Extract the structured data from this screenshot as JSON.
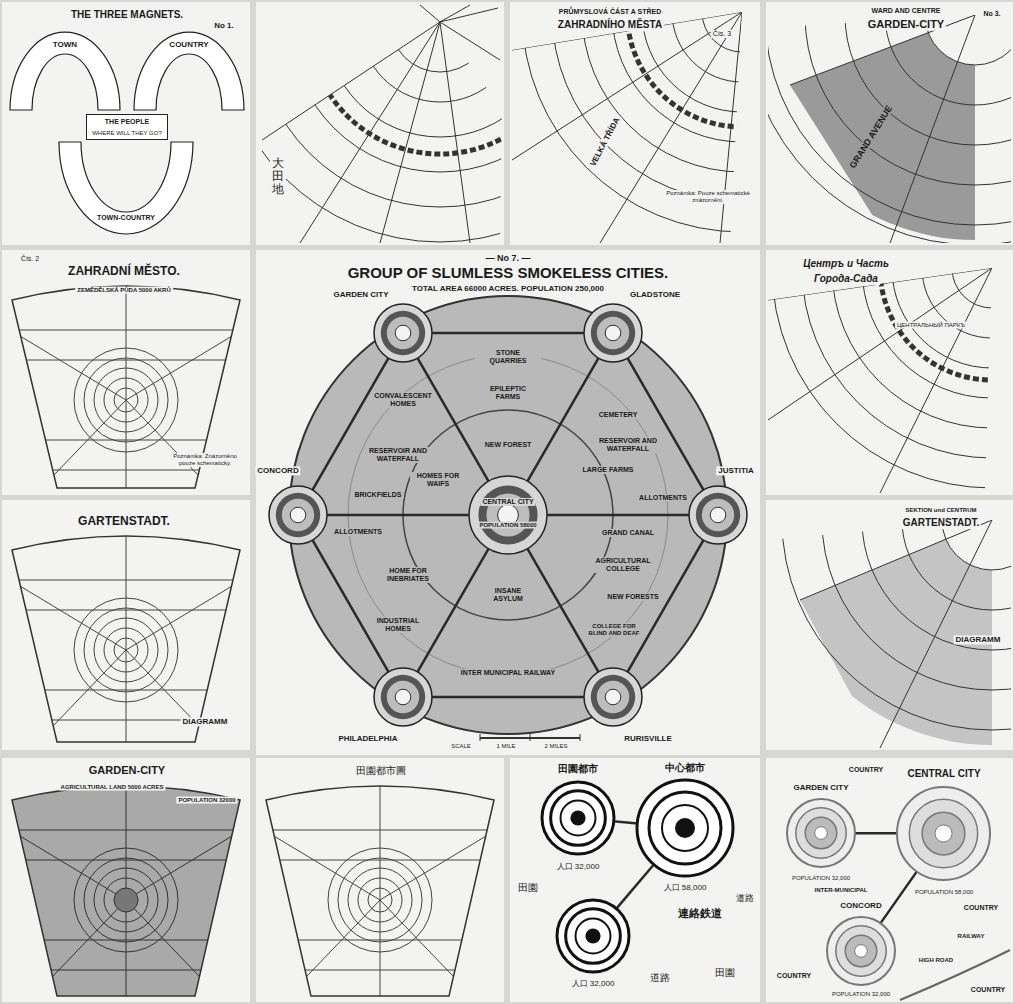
{
  "diagram": {
    "nodes": [
      {
        "text": [
          "THE THREE MAGNETS.",
          "No 1."
        ]
      },
      {
        "text": [
          "TOWN"
        ],
        "in": 0
      },
      {
        "text": [
          "COUNTRY"
        ],
        "in": 0
      },
      {
        "text": [
          "TOWN-COUNTRY"
        ],
        "in": 0
      },
      {
        "text": [
          "THE PEOPLE",
          "WHERE WILL THEY GO?"
        ],
        "in": 0
      },
      {
        "text": [
          "大田地"
        ]
      },
      {
        "text": [
          "PRŮMYSLOVÁ ČÁST A STŘED",
          "ZAHRADNÍHO MĚSTA",
          "Čís. 3",
          "VELKÁ TŘÍDA",
          "Poznámka: Pouze schematické znázornění."
        ]
      },
      {
        "text": [
          "WARD AND CENTRE",
          "GARDEN-CITY",
          "No 3.",
          "GRAND AVENUE"
        ]
      },
      {
        "text": [
          "ZAHRADNÍ MĚSTO.",
          "Čís. 2",
          "ZEMĚDĚLSKÁ PŮDA 5000 AKRŮ",
          "Poznámka: Znázorněno pouze schematicky."
        ]
      },
      {
        "text": [
          "— No 7. —",
          "GROUP OF SLUMLESS SMOKELESS CITIES.",
          "TOTAL AREA 66000 ACRES. POPULATION 250,000",
          "SCALE",
          "1 MILE",
          "2 MILES"
        ]
      },
      {
        "text": [
          "STONE QUARRIES",
          "EPILEPTIC FARMS",
          "NEW FOREST",
          "CONVALESCENT HOMES",
          "RESERVOIR AND WATERFALL",
          "BRICKFIELDS",
          "HOMES FOR WAIFS",
          "CEMETERY",
          "LARGE FARMS",
          "ALLOTMENTS",
          "GRAND CANAL",
          "ALLOTMENTS",
          "HOME FOR INEBRIATES",
          "INDUSTRIAL HOMES",
          "INSANE ASYLUM",
          "INTER MUNICIPAL RAILWAY",
          "AGRICULTURAL COLLEGE",
          "NEW FORESTS",
          "COLLEGE FOR BLIND AND DEAF",
          "RESERVOIR AND WATERFALL"
        ],
        "in": 9
      },
      {
        "text": [
          "CENTRAL CITY",
          "POPULATION 58000"
        ],
        "in": 10
      },
      {
        "text": [
          "GARDEN CITY"
        ],
        "in": 10
      },
      {
        "text": [
          "GLADSTONE"
        ],
        "in": 10
      },
      {
        "text": [
          "CONCORD"
        ],
        "in": 10
      },
      {
        "text": [
          "JUSTITIA"
        ],
        "in": 10
      },
      {
        "text": [
          "PHILADELPHIA"
        ],
        "in": 10
      },
      {
        "text": [
          "RURISVILLE"
        ],
        "in": 10
      },
      {
        "text": [
          "Центръ и Часть",
          "Города-Сада",
          "ЦЕНТРАЛЬНЫЙ ПАРКЪ"
        ]
      },
      {
        "text": [
          "GARTENSTADT.",
          "DIAGRAMM"
        ]
      },
      {
        "text": [
          "SEKTION und CENTRUM",
          "GARTENSTADT.",
          "DIAGRAMM"
        ]
      },
      {
        "text": [
          "GARDEN-CITY",
          "AGRICULTURAL LAND 5000 ACRES",
          "POPULATION 32000"
        ]
      },
      {
        "text": [
          "田園都市圖"
        ]
      },
      {
        "text": [
          "連絡鉄道",
          "田園",
          "田園",
          "道路",
          "道路"
        ]
      },
      {
        "text": [
          "田園都市",
          "人口 32,000"
        ],
        "in": 23
      },
      {
        "text": [
          "中心都市",
          "人口 58,000"
        ],
        "in": 23
      },
      {
        "text": [
          "人口 32,000"
        ],
        "in": 23
      },
      {
        "text": [
          "COUNTRY",
          "COUNTRY",
          "COUNTRY",
          "COUNTRY",
          "INTER-MUNICIPAL",
          "RAILWAY",
          "HIGH ROAD"
        ]
      },
      {
        "text": [
          "GARDEN CITY",
          "POPULATION 32,000"
        ],
        "in": 27
      },
      {
        "text": [
          "CENTRAL CITY",
          "POPULATION 58,000"
        ],
        "in": 27
      },
      {
        "text": [
          "CONCORD",
          "POPULATION 32,000"
        ],
        "in": 27
      }
    ],
    "edges": [
      {
        "from": 11,
        "to": 12,
        "arrow": "none"
      },
      {
        "from": 11,
        "to": 13,
        "arrow": "none"
      },
      {
        "from": 11,
        "to": 14,
        "arrow": "none"
      },
      {
        "from": 11,
        "to": 15,
        "arrow": "none"
      },
      {
        "from": 11,
        "to": 16,
        "arrow": "none"
      },
      {
        "from": 11,
        "to": 17,
        "arrow": "none"
      },
      {
        "from": 12,
        "to": 13,
        "arrow": "none"
      },
      {
        "from": 13,
        "to": 15,
        "arrow": "none"
      },
      {
        "from": 15,
        "to": 17,
        "arrow": "none"
      },
      {
        "from": 17,
        "to": 16,
        "arrow": "none"
      },
      {
        "from": 16,
        "to": 14,
        "arrow": "none"
      },
      {
        "from": 14,
        "to": 12,
        "arrow": "none"
      },
      {
        "from": 24,
        "to": 25,
        "arrow": "none"
      },
      {
        "from": 26,
        "to": 25,
        "arrow": "none"
      },
      {
        "from": 28,
        "to": 29,
        "arrow": "none"
      },
      {
        "from": 30,
        "to": 29,
        "arrow": "none"
      }
    ]
  }
}
